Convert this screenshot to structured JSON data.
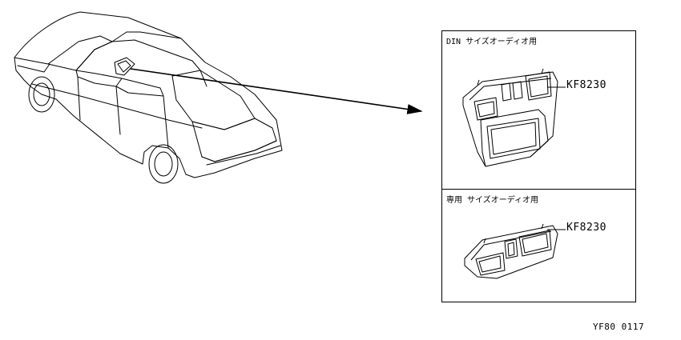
{
  "panel_top": {
    "title": "DIN サイズオーディオ用",
    "part_number": "KF8230"
  },
  "panel_bottom": {
    "title": "専用 サイズオーディオ用",
    "part_number": "KF8230"
  },
  "figure_code": "YF80 0117"
}
